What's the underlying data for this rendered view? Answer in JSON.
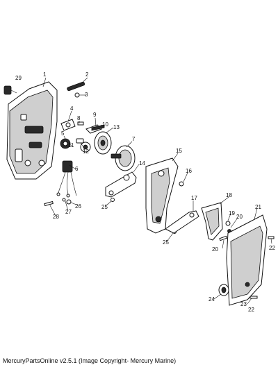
{
  "diagram": {
    "callouts": [
      "1",
      "2",
      "3",
      "4",
      "5",
      "6",
      "7",
      "8",
      "9",
      "10",
      "11",
      "12",
      "13",
      "14",
      "15",
      "16",
      "17",
      "18",
      "19",
      "20",
      "20",
      "21",
      "22",
      "22",
      "23",
      "24",
      "25",
      "25",
      "26",
      "27",
      "28",
      "29"
    ]
  },
  "footer": {
    "copyright": "MercuryPartsOnline v2.5.1 (Image Copyright- Mercury Marine)"
  }
}
